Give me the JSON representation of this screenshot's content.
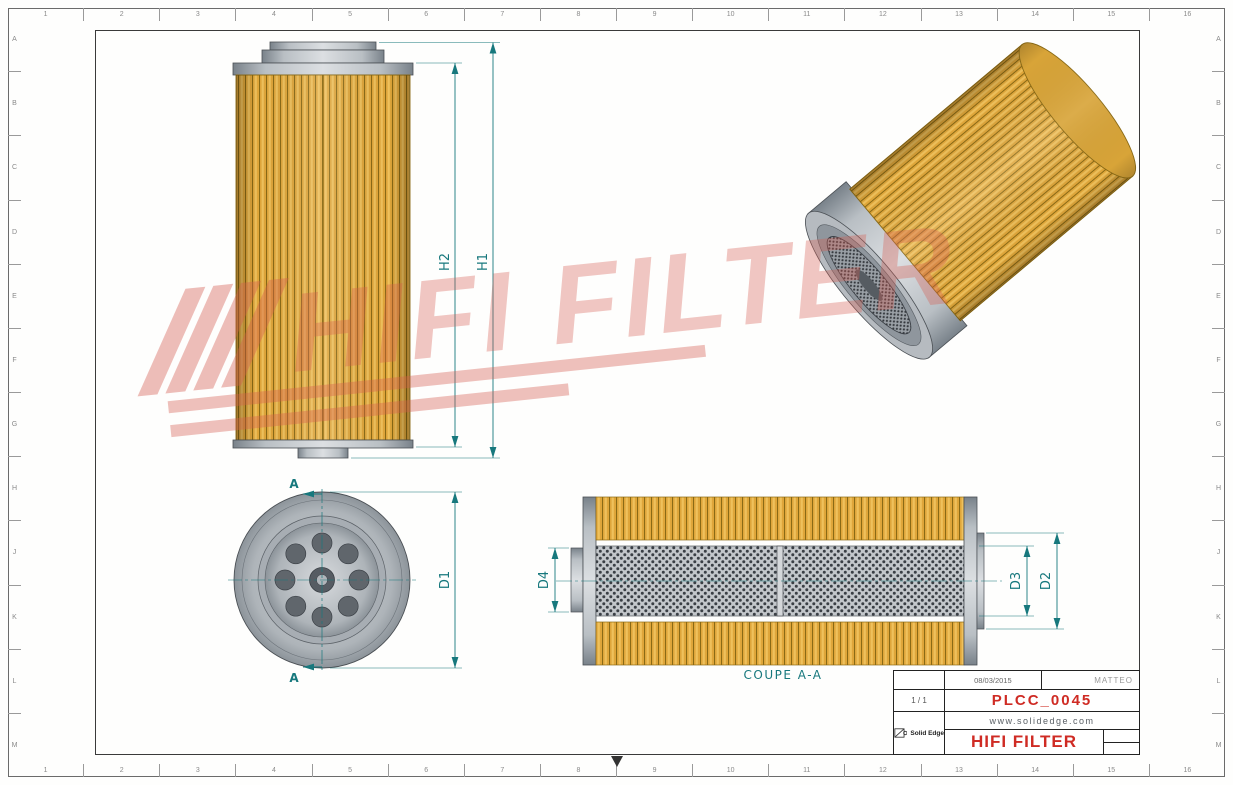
{
  "sheet": {
    "watermark_text": "HIFI FILTER"
  },
  "frame": {
    "columns": [
      "1",
      "2",
      "3",
      "4",
      "5",
      "6",
      "7",
      "8",
      "9",
      "10",
      "11",
      "12",
      "13",
      "14",
      "15",
      "16"
    ],
    "rows": [
      "A",
      "B",
      "C",
      "D",
      "E",
      "F",
      "G",
      "H",
      "J",
      "K",
      "L",
      "M"
    ]
  },
  "dims": {
    "h1": "H1",
    "h2": "H2",
    "d1": "D1",
    "d2": "D2",
    "d3": "D3",
    "d4": "D4"
  },
  "section": {
    "label": "A",
    "title": "COUPE A-A"
  },
  "title_block": {
    "date": "08/03/2015",
    "author": "MATTEO",
    "sheet_number": "1 / 1",
    "part_number": "PLCC_0045",
    "website": "www.solidedge.com",
    "brand": "HIFI FILTER",
    "cad_name": "Solid Edge"
  },
  "colors": {
    "pleat_yellow": "#DFA63A",
    "dimension_teal": "#17787D",
    "accent_red": "#CF2B24",
    "watermark_pink": "#D55C50",
    "cap_gray": "#9AA1A8"
  }
}
